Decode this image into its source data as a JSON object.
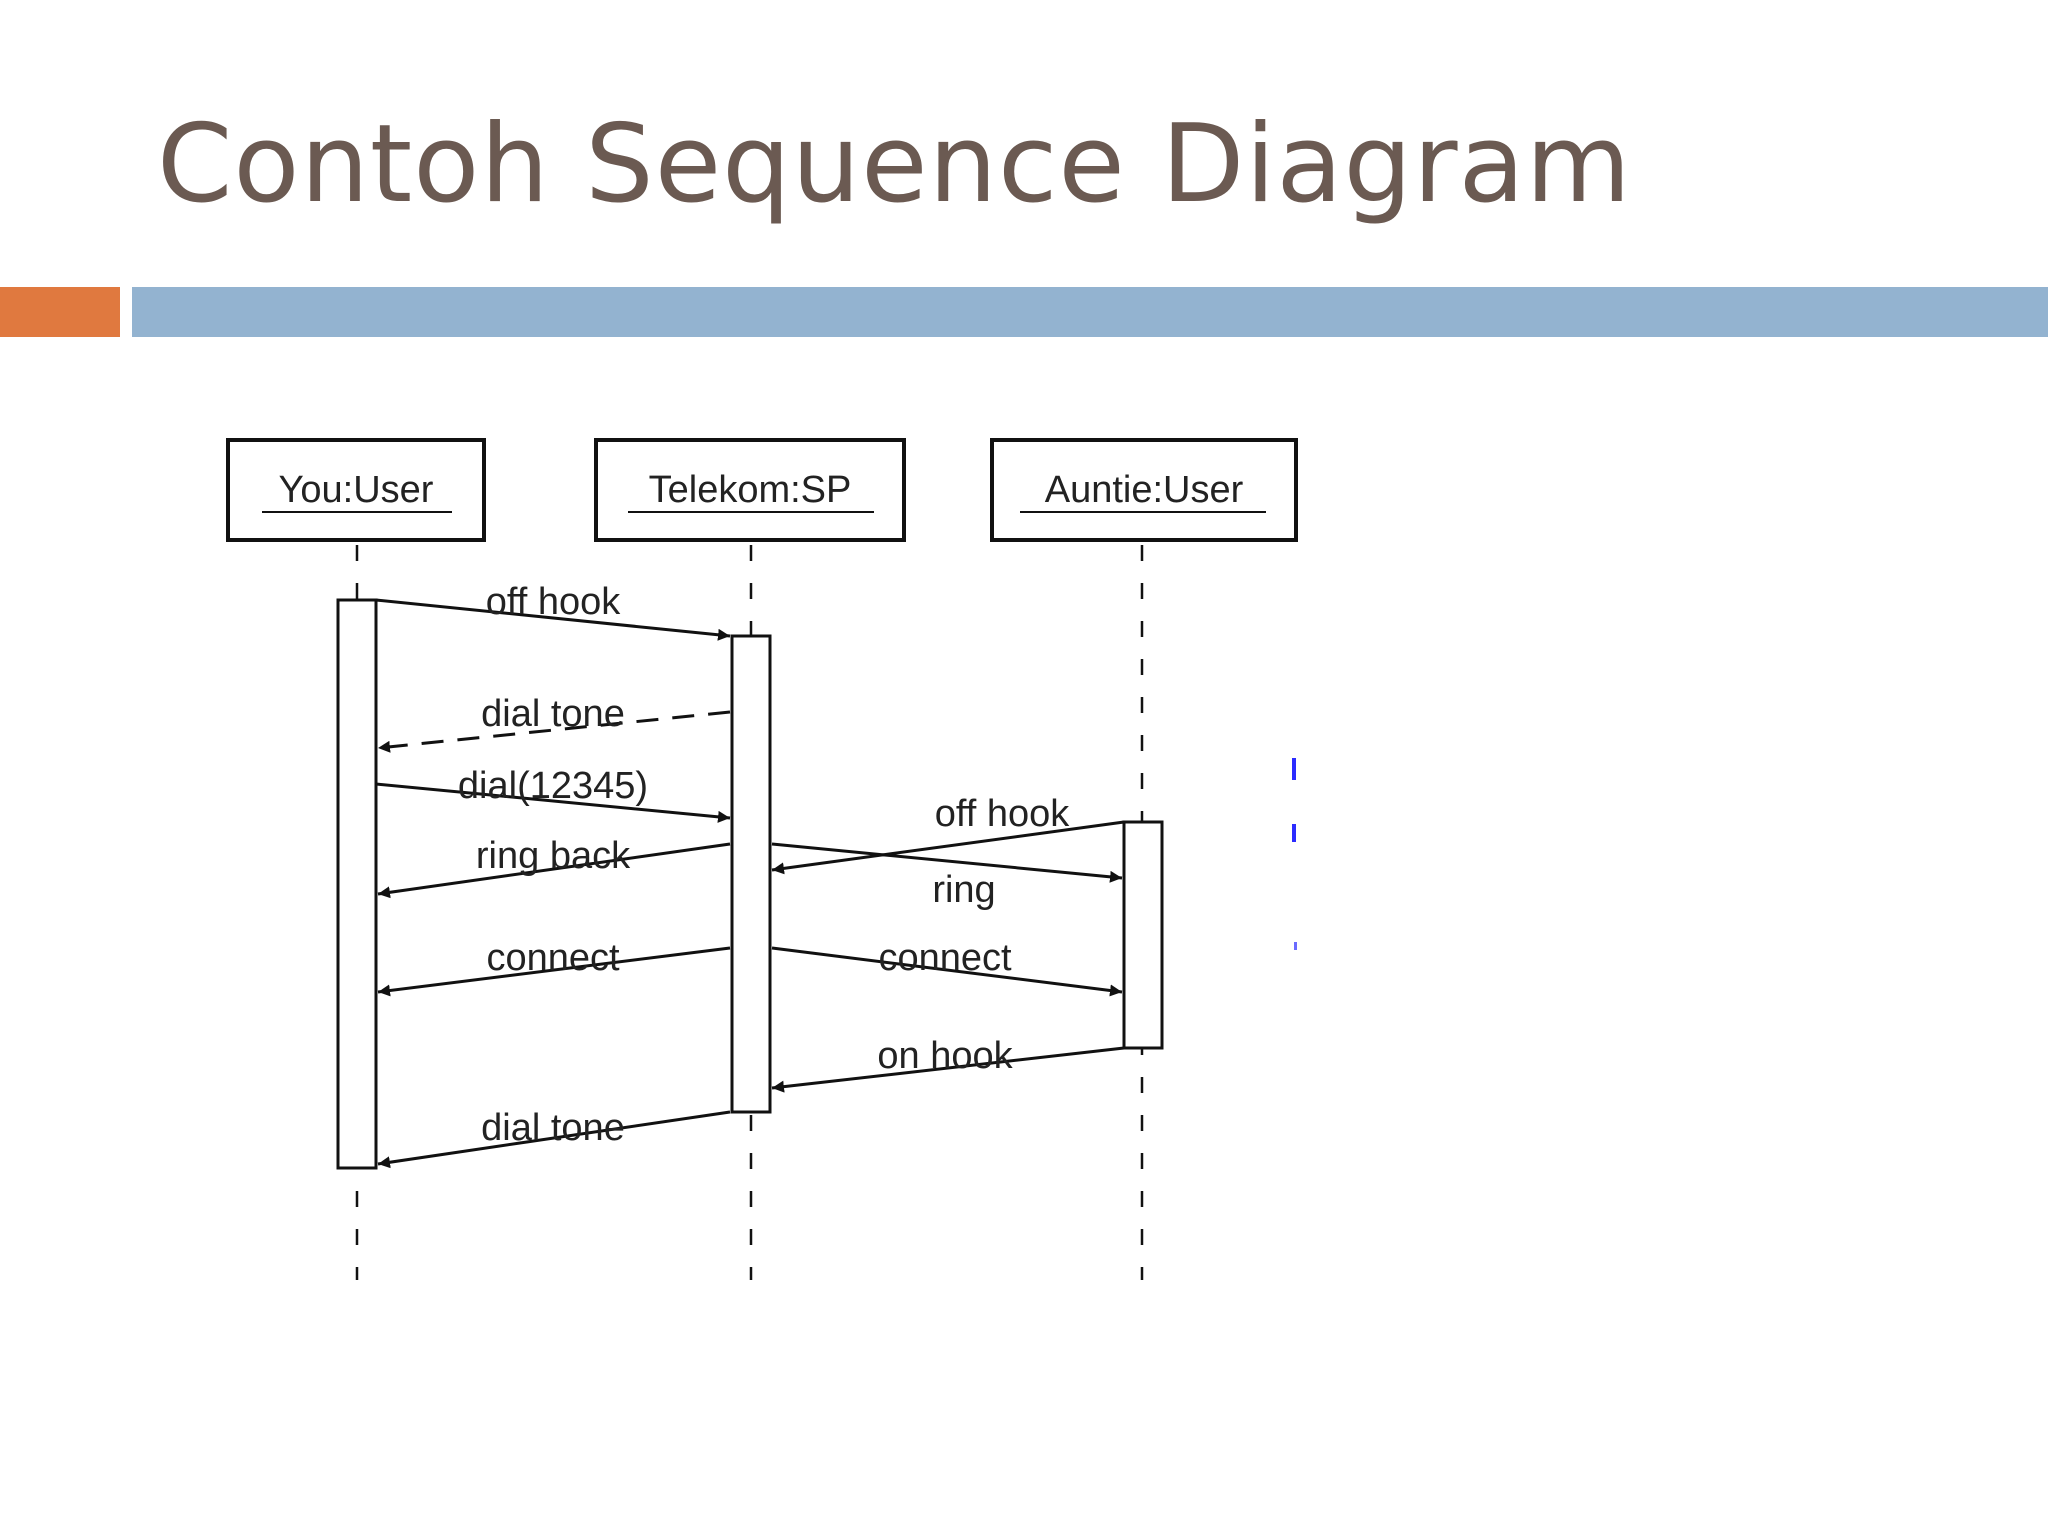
{
  "slide": {
    "title": "Contoh Sequence Diagram"
  },
  "diagram": {
    "participants": [
      {
        "id": "you",
        "label": "You:User"
      },
      {
        "id": "sp",
        "label": "Telekom:SP"
      },
      {
        "id": "auntie",
        "label": "Auntie:User"
      }
    ],
    "messages": [
      {
        "from": "you",
        "to": "sp",
        "label": "off hook",
        "style": "solid"
      },
      {
        "from": "sp",
        "to": "you",
        "label": "dial tone",
        "style": "dashed"
      },
      {
        "from": "you",
        "to": "sp",
        "label": "dial(12345)",
        "style": "solid"
      },
      {
        "from": "auntie",
        "to": "sp",
        "label": "off hook",
        "style": "solid"
      },
      {
        "from": "sp",
        "to": "you",
        "label": "ring back",
        "style": "solid"
      },
      {
        "from": "sp",
        "to": "auntie",
        "label": "ring",
        "style": "solid"
      },
      {
        "from": "sp",
        "to": "you",
        "label": "connect",
        "style": "solid"
      },
      {
        "from": "sp",
        "to": "auntie",
        "label": "connect",
        "style": "solid"
      },
      {
        "from": "auntie",
        "to": "sp",
        "label": "on hook",
        "style": "solid"
      },
      {
        "from": "sp",
        "to": "you",
        "label": "dial tone",
        "style": "solid"
      }
    ]
  }
}
